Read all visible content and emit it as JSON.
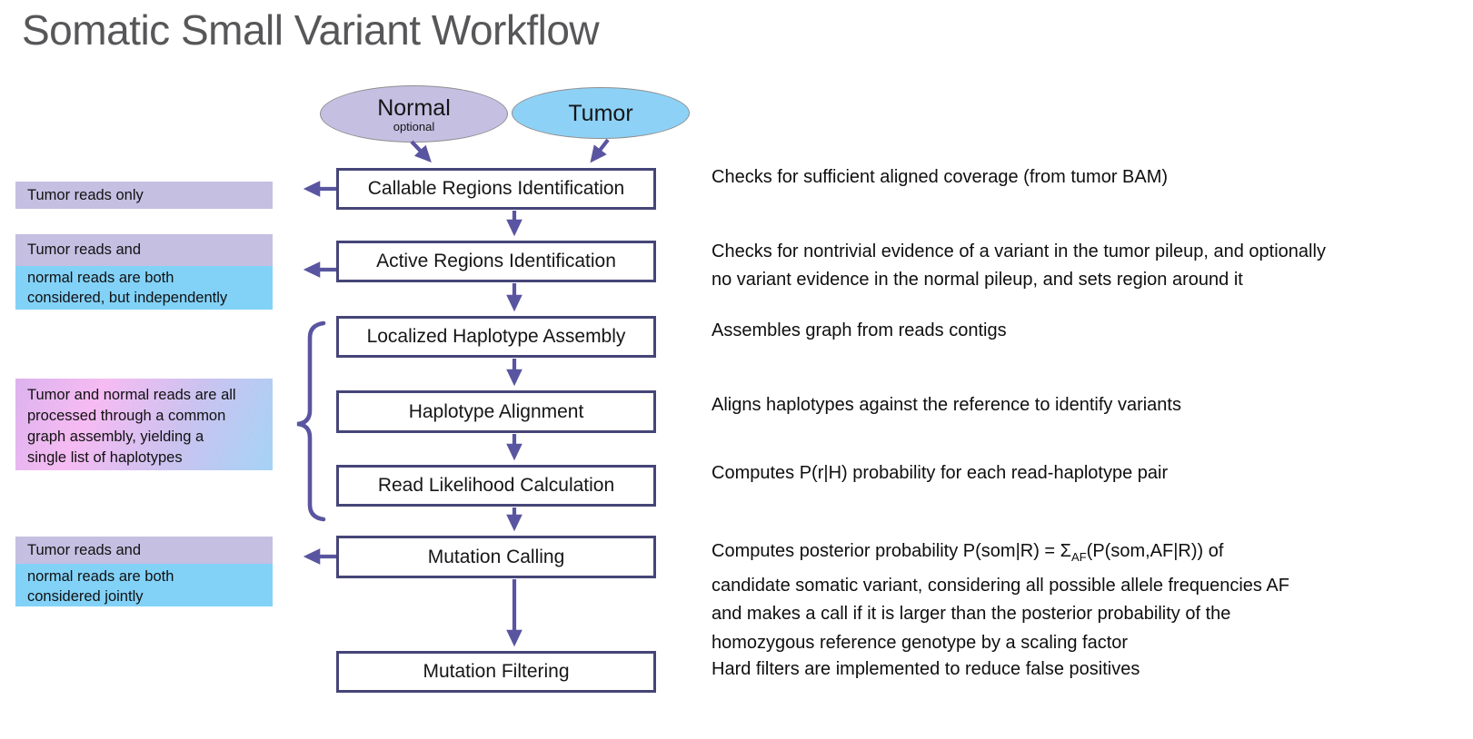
{
  "title": "Somatic Small Variant Workflow",
  "inputs": {
    "normal": {
      "label": "Normal",
      "sublabel": "optional"
    },
    "tumor": {
      "label": "Tumor"
    }
  },
  "flow": {
    "boxes": [
      {
        "label": "Callable Regions Identification"
      },
      {
        "label": "Active Regions Identification"
      },
      {
        "label": "Localized Haplotype Assembly"
      },
      {
        "label": "Haplotype Alignment"
      },
      {
        "label": "Read Likelihood Calculation"
      },
      {
        "label": "Mutation Calling"
      },
      {
        "label": "Mutation Filtering"
      }
    ]
  },
  "annotations": {
    "tumor_only": {
      "text": "Tumor reads only"
    },
    "independent": {
      "purple": "Tumor reads and",
      "blue_lines": [
        "normal reads are both",
        "considered, but independently"
      ]
    },
    "common_graph": {
      "lines": [
        "Tumor and normal reads are all",
        "processed through a common",
        "graph assembly, yielding a",
        "single list of haplotypes"
      ]
    },
    "joint": {
      "purple": "Tumor reads and",
      "blue_lines": [
        "normal reads are both",
        "considered jointly"
      ]
    }
  },
  "descriptions": {
    "callable": {
      "lines": [
        "Checks for sufficient aligned coverage (from tumor BAM)"
      ]
    },
    "active": {
      "lines": [
        "Checks for nontrivial evidence of a variant in the tumor pileup, and optionally",
        "no variant evidence in the normal pileup, and sets region around it"
      ]
    },
    "assembly": {
      "lines": [
        "Assembles graph from reads contigs"
      ]
    },
    "alignment": {
      "lines": [
        "Aligns haplotypes against the reference to identify variants"
      ]
    },
    "likelihood": {
      "lines": [
        "Computes P(r|H) probability for each read-haplotype pair"
      ]
    },
    "calling": {
      "line1_pre": "Computes posterior probability P(som|R) = Σ",
      "line1_sub": "AF",
      "line1_post": "(P(som,AF|R)) of",
      "lines_rest": [
        "candidate somatic variant, considering all possible allele frequencies AF",
        "and makes a call if it is larger than the posterior probability of the",
        "homozygous reference genotype by a scaling factor"
      ]
    },
    "filtering": {
      "lines": [
        "Hard filters are implemented to reduce false positives"
      ]
    }
  },
  "colors": {
    "arrow": "#5a55a0",
    "box_border": "#454578",
    "purple_fill": "#c5bfe2",
    "blue_fill": "#82d2f8",
    "tumor_ellipse": "#8ed1f6",
    "normal_ellipse": "#c5bfe2",
    "title_text": "#57575a"
  }
}
